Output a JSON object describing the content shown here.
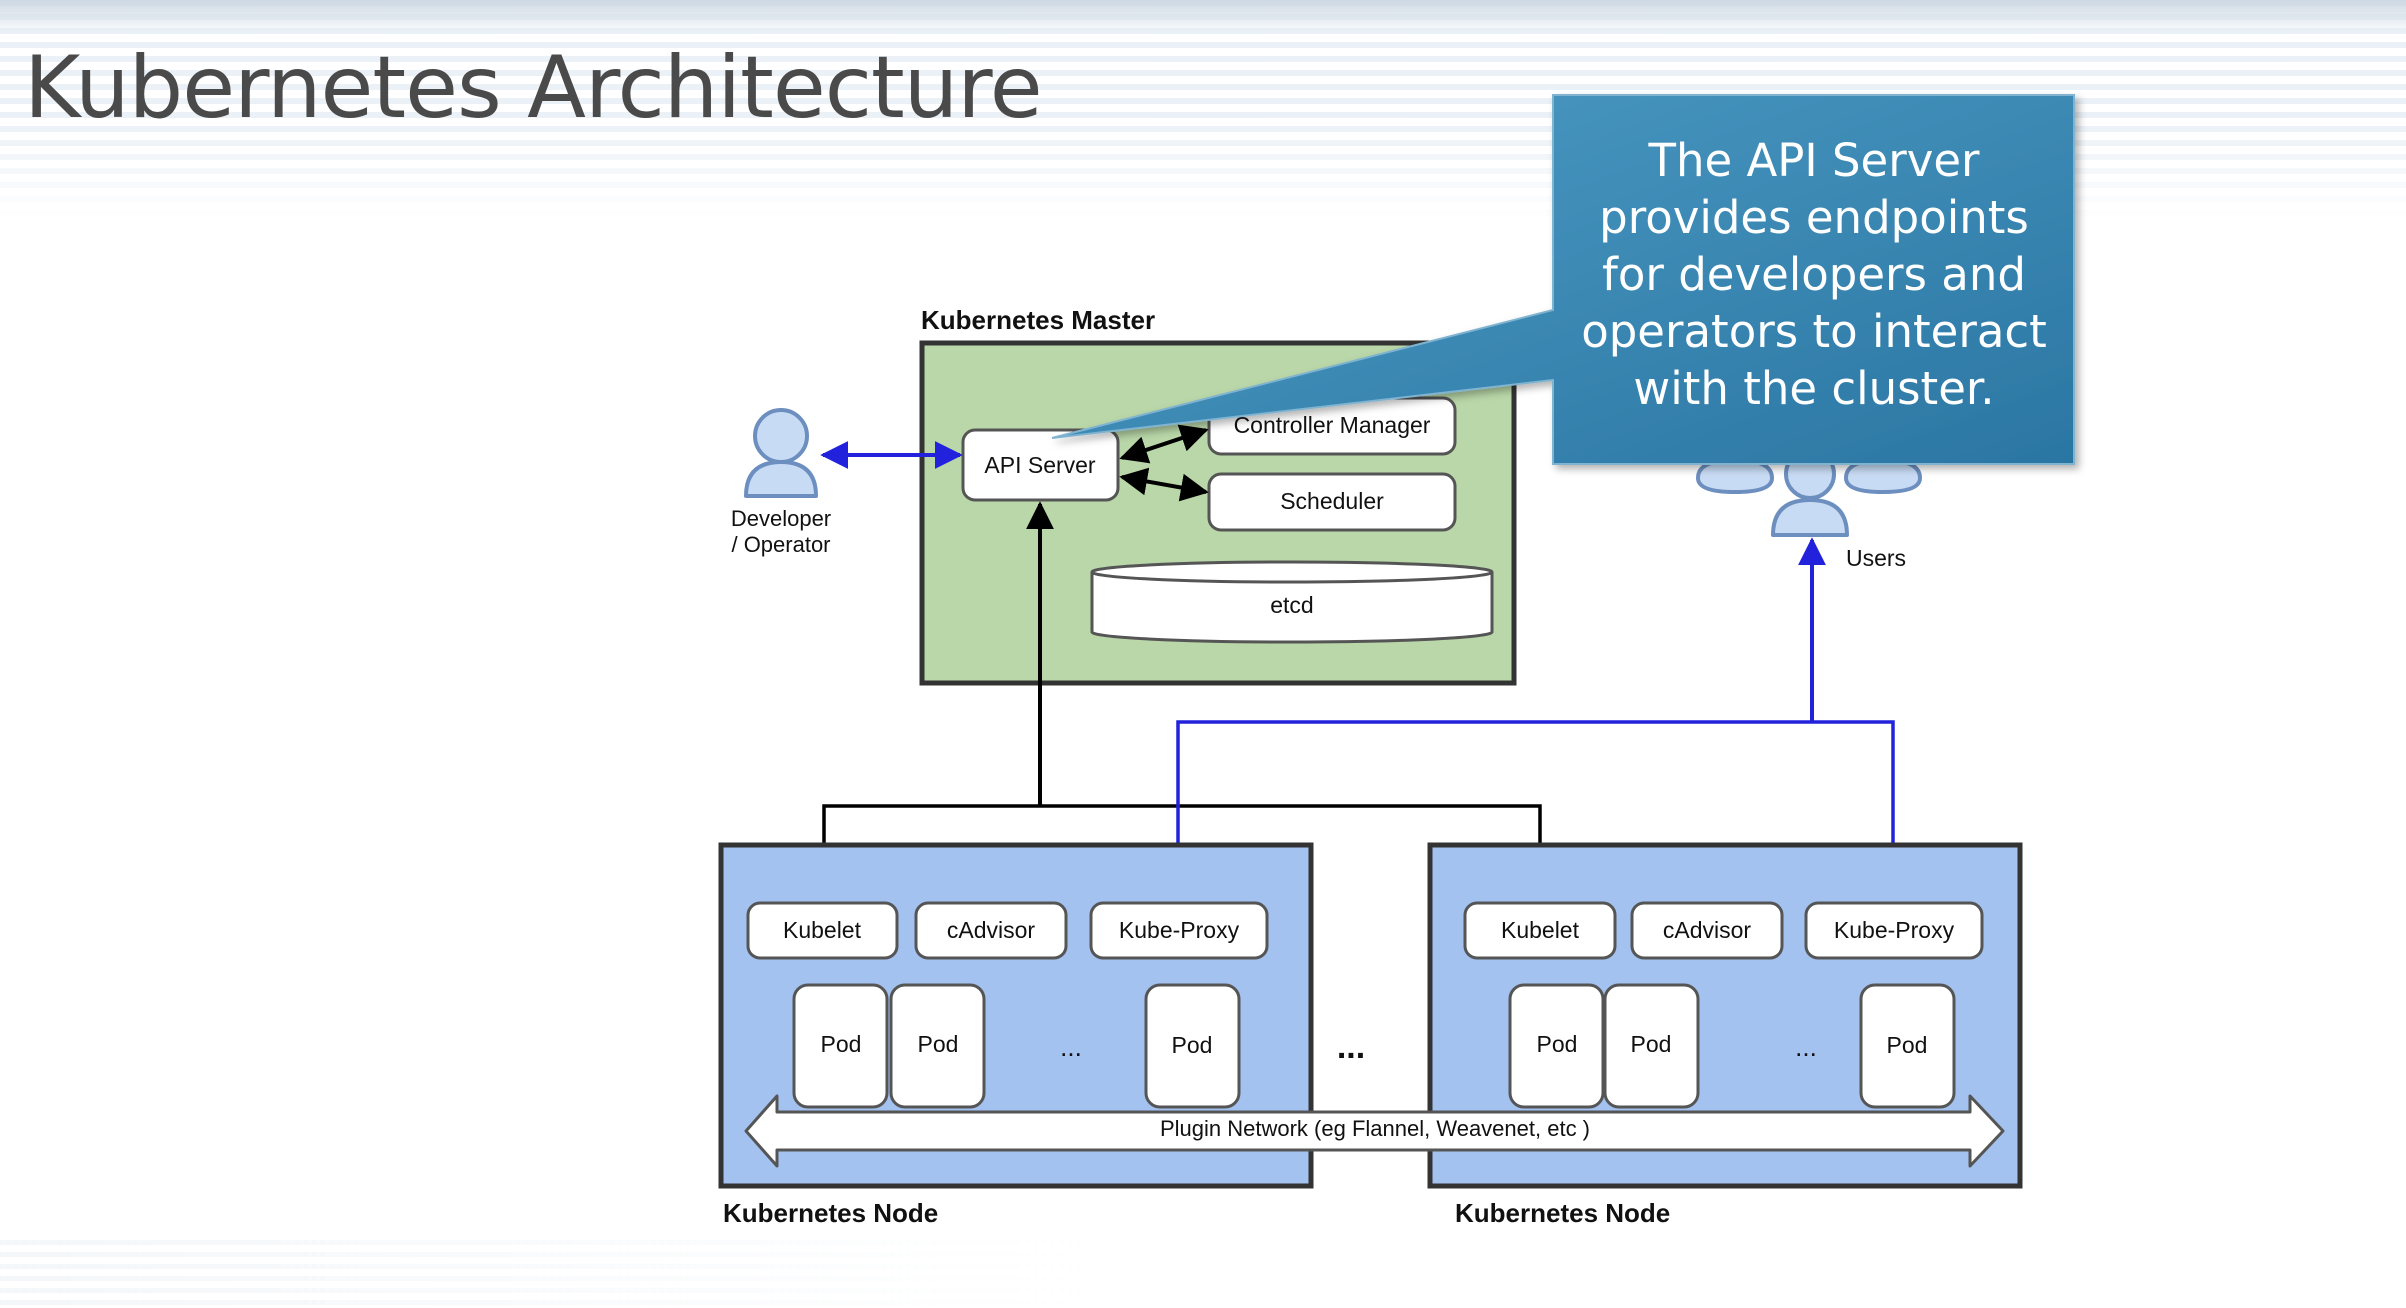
{
  "slide": {
    "title": "Kubernetes Architecture"
  },
  "diagram": {
    "master": {
      "title": "Kubernetes Master",
      "api_server": "API Server",
      "controller_manager": "Controller Manager",
      "scheduler": "Scheduler",
      "etcd": "etcd"
    },
    "developer_label_line1": "Developer",
    "developer_label_line2": "/ Operator",
    "users_label": "Users",
    "nodes": [
      {
        "title": "Kubernetes Node",
        "kubelet": "Kubelet",
        "cadvisor": "cAdvisor",
        "kube_proxy": "Kube-Proxy",
        "pods": [
          "Pod",
          "Pod",
          "Pod"
        ],
        "ellipsis": "..."
      },
      {
        "title": "Kubernetes Node",
        "kubelet": "Kubelet",
        "cadvisor": "cAdvisor",
        "kube_proxy": "Kube-Proxy",
        "pods": [
          "Pod",
          "Pod",
          "Pod"
        ],
        "ellipsis": "..."
      }
    ],
    "between_nodes_ellipsis": "...",
    "plugin_network": "Plugin Network (eg Flannel, Weavenet, etc )"
  },
  "callout": {
    "lines": [
      "The API Server",
      "provides endpoints",
      "for developers and",
      "operators to interact",
      "with the cluster."
    ]
  },
  "colors": {
    "master_fill": "#b9d7a8",
    "node_fill": "#a3c2ef",
    "blue_line": "#2222dd",
    "person_fill": "#c8dbf4",
    "person_stroke": "#6d8fbf",
    "callout_fill": "#3d8bb4"
  }
}
